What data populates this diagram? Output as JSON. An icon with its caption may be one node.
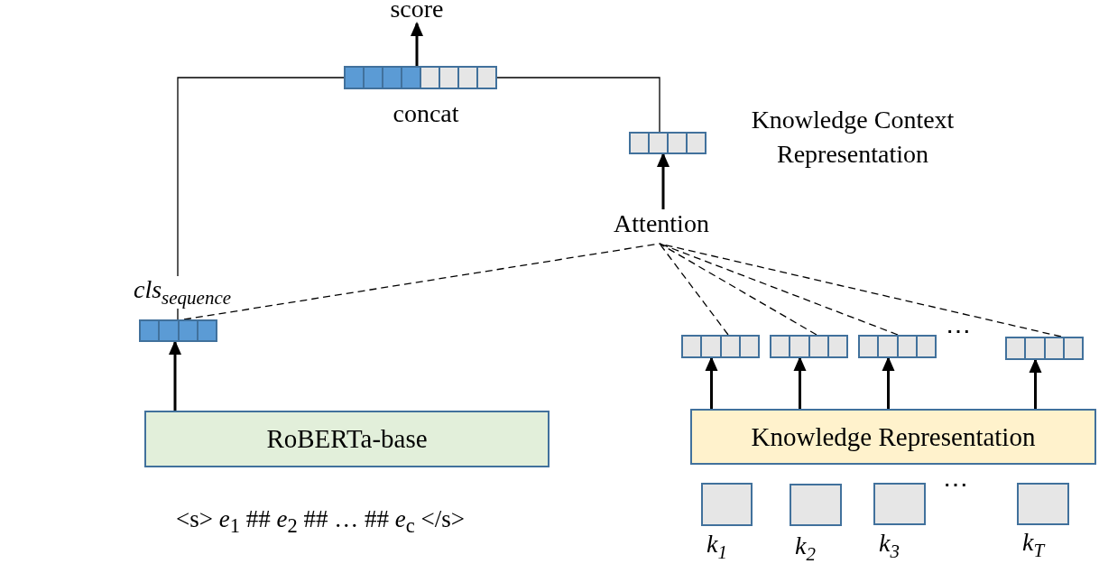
{
  "diagram": {
    "nodes": [
      {
        "text": [
          "score"
        ]
      },
      {
        "text": [],
        "shape": "bar",
        "beside": [
          "concat"
        ]
      },
      {
        "text": [],
        "shape": "bar",
        "beside": [
          "Knowledge Context Representation"
        ]
      },
      {
        "text": [
          "Attention"
        ]
      },
      {
        "text": [],
        "shape": "bar",
        "beside": [
          "cls$_{sequence}$"
        ]
      },
      {
        "text": [
          "RoBERTa-base"
        ]
      },
      {
        "text": [],
        "shape": "bar"
      },
      {
        "text": [],
        "shape": "bar"
      },
      {
        "text": [],
        "shape": "bar"
      },
      {
        "text": [],
        "shape": "bar"
      },
      {
        "text": [
          "Knowledge Representation"
        ]
      },
      {
        "text": [],
        "shape": "box",
        "beside": [
          "k$_{1}$"
        ]
      },
      {
        "text": [],
        "shape": "box",
        "beside": [
          "k$_{2}$"
        ]
      },
      {
        "text": [],
        "shape": "box",
        "beside": [
          "k$_{3}$"
        ]
      },
      {
        "text": [],
        "shape": "box",
        "beside": [
          "k$_{T}$"
        ]
      }
    ],
    "edges": [
      {
        "from": 1,
        "to": 0,
        "arrow": "to"
      },
      {
        "from": 4,
        "to": 1,
        "arrow": "none"
      },
      {
        "from": 2,
        "to": 1,
        "arrow": "none"
      },
      {
        "from": 3,
        "to": 2,
        "arrow": "to"
      },
      {
        "from": 4,
        "to": 3,
        "arrow": "none",
        "style": "dashed"
      },
      {
        "from": 6,
        "to": 3,
        "arrow": "none",
        "style": "dashed"
      },
      {
        "from": 7,
        "to": 3,
        "arrow": "none",
        "style": "dashed"
      },
      {
        "from": 8,
        "to": 3,
        "arrow": "none",
        "style": "dashed"
      },
      {
        "from": 9,
        "to": 3,
        "arrow": "none",
        "style": "dashed"
      },
      {
        "from": 5,
        "to": 4,
        "arrow": "to"
      },
      {
        "from": 10,
        "to": 6,
        "arrow": "to"
      },
      {
        "from": 10,
        "to": 7,
        "arrow": "to"
      },
      {
        "from": 10,
        "to": 8,
        "arrow": "to"
      },
      {
        "from": 10,
        "to": 9,
        "arrow": "to"
      }
    ],
    "labels": [
      "<s> *e*$_{1}$ ## *e*$_{2}$ ## … ## *e*$_{c}$ </s>",
      "⋯",
      "⋯"
    ]
  }
}
